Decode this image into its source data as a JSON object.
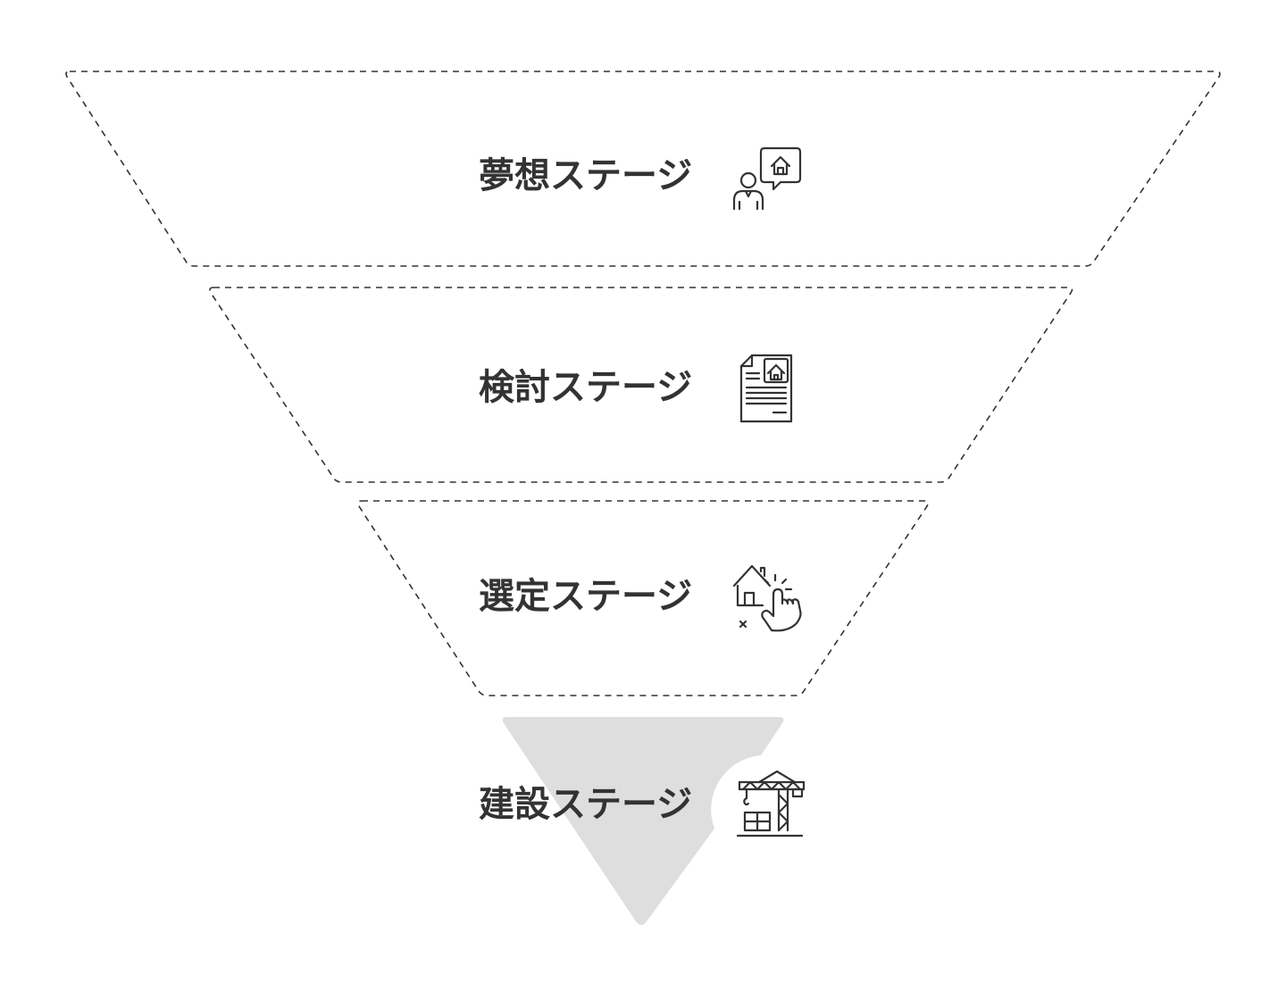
{
  "stages": [
    {
      "label": "夢想ステージ",
      "icon": "consultation-house-icon"
    },
    {
      "label": "検討ステージ",
      "icon": "house-document-icon"
    },
    {
      "label": "選定ステージ",
      "icon": "house-select-hand-icon"
    },
    {
      "label": "建設ステージ",
      "icon": "construction-crane-icon"
    }
  ],
  "colors": {
    "text": "#333333",
    "dash_stroke": "#333333",
    "final_stage_fill": "#dedede",
    "icon_stroke": "#333333"
  }
}
